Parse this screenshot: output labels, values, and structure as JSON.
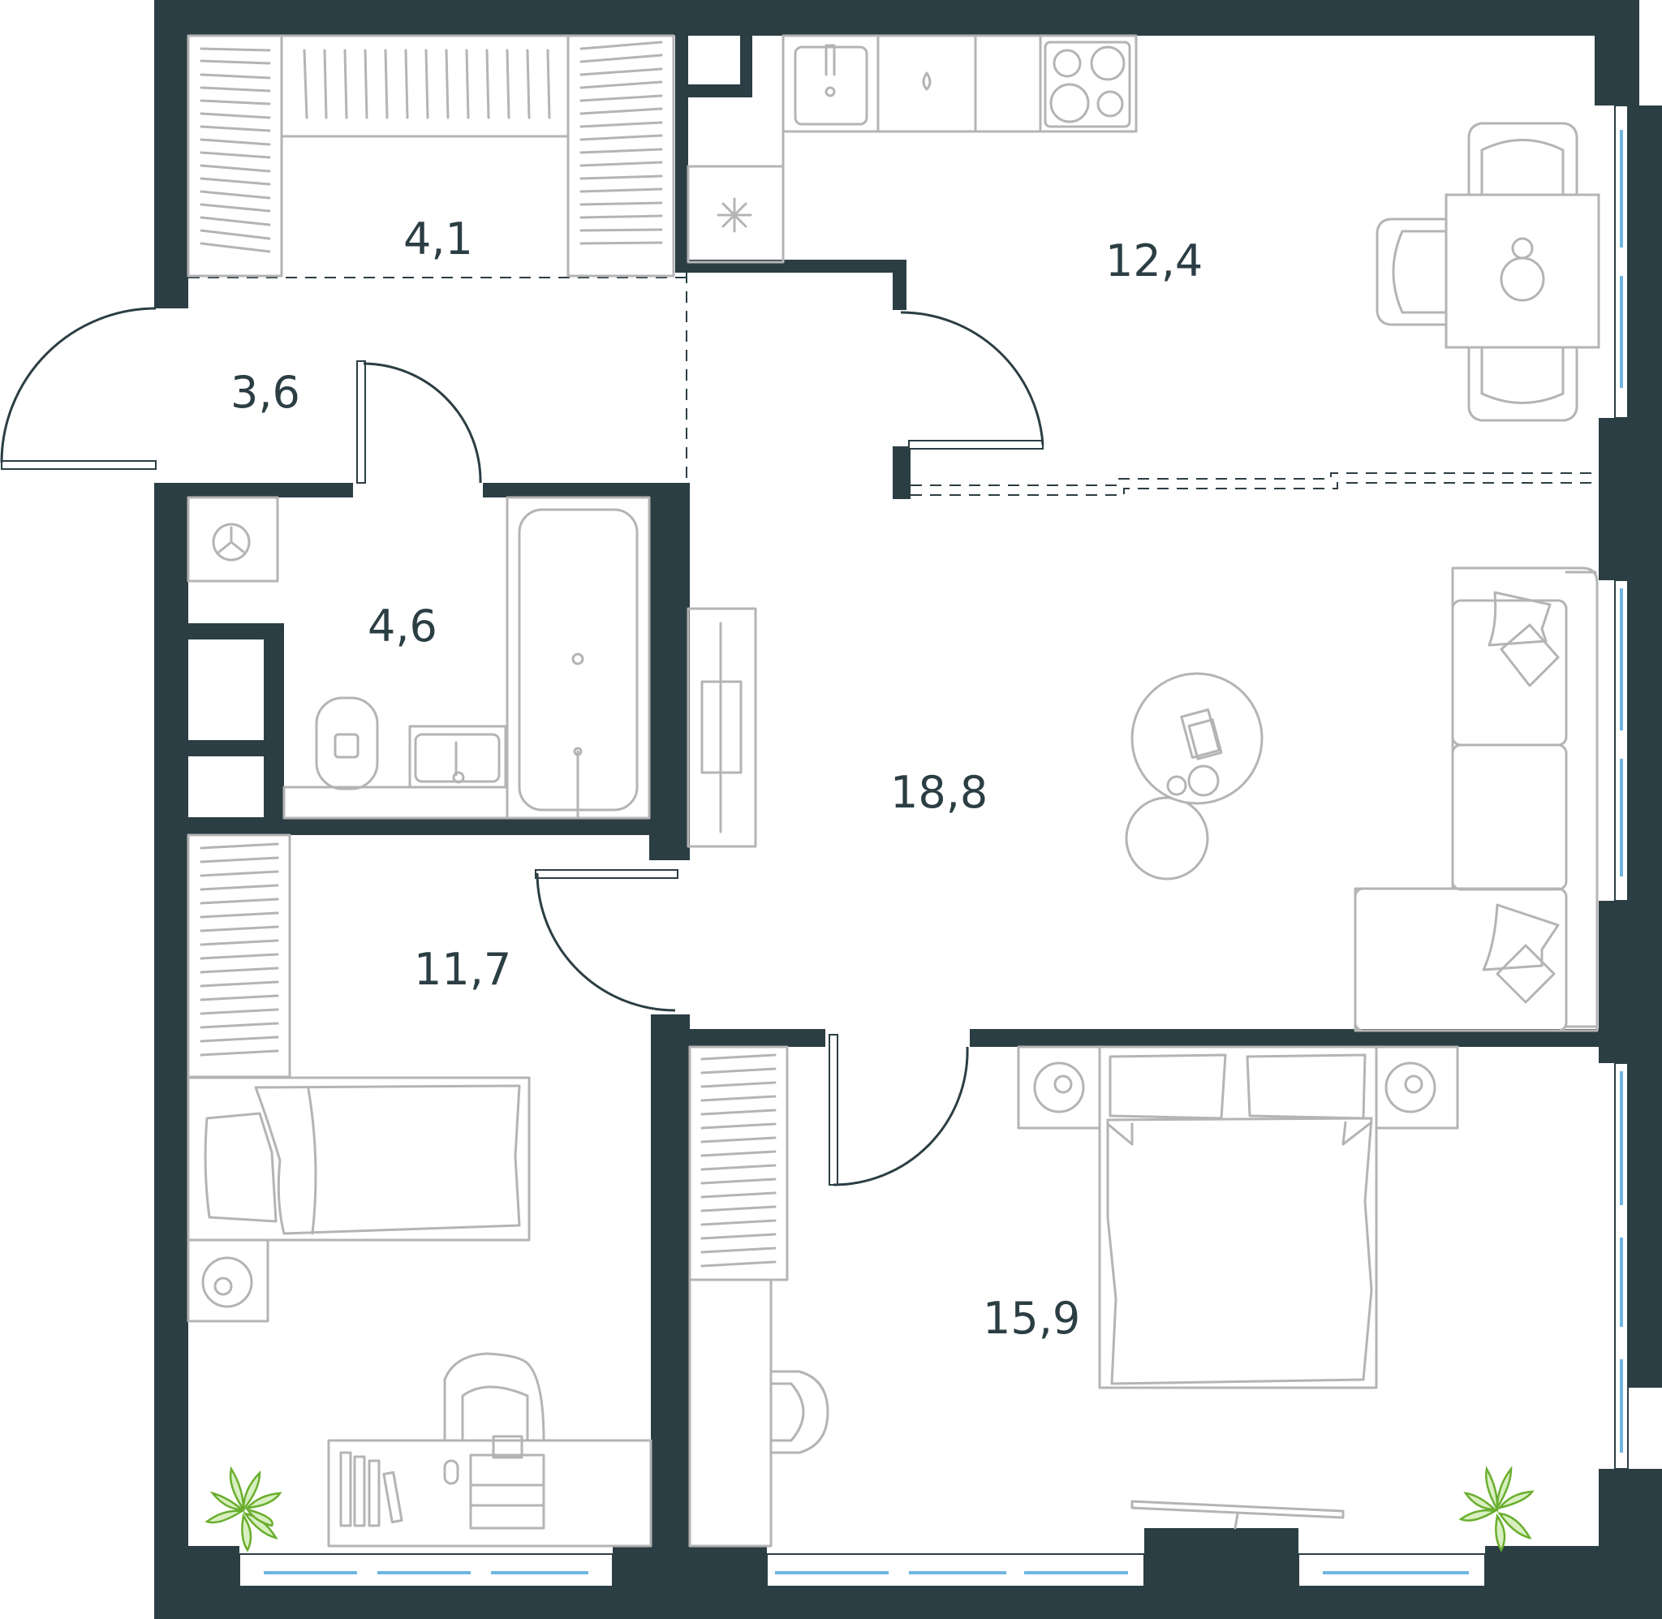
{
  "rooms": [
    {
      "id": "wardrobe",
      "area": "4,1"
    },
    {
      "id": "hallway",
      "area": "3,6"
    },
    {
      "id": "bathroom",
      "area": "4,6"
    },
    {
      "id": "kitchen",
      "area": "12,4"
    },
    {
      "id": "living",
      "area": "18,8"
    },
    {
      "id": "bedroom-small",
      "area": "11,7"
    },
    {
      "id": "bedroom-master",
      "area": "15,9"
    }
  ],
  "colors": {
    "wall": "#2b3e44",
    "furniture_line": "#b4b4b4",
    "window_glass": "#6fb6e0",
    "plant": "#7fbf3f"
  }
}
